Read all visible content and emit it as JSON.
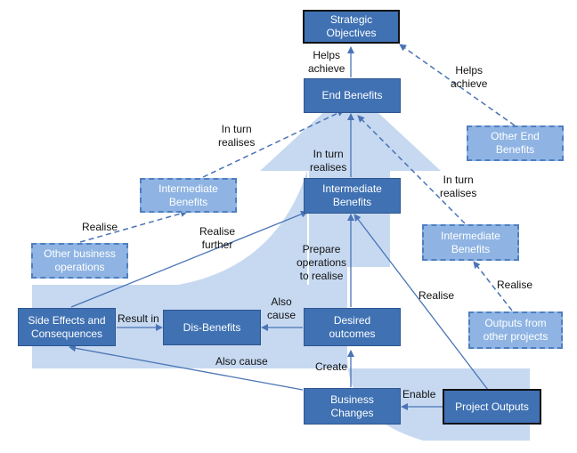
{
  "nodes": {
    "strategic_objectives": "Strategic\nObjectives",
    "end_benefits": "End Benefits",
    "intermediate_benefits_main": "Intermediate\nBenefits",
    "intermediate_benefits_left": "Intermediate\nBenefits",
    "intermediate_benefits_right": "Intermediate\nBenefits",
    "other_end_benefits": "Other End\nBenefits",
    "other_business_operations": "Other business\noperations",
    "side_effects": "Side Effects and\nConsequences",
    "dis_benefits": "Dis-Benefits",
    "desired_outcomes": "Desired\noutcomes",
    "business_changes": "Business\nChanges",
    "project_outputs": "Project Outputs",
    "outputs_other_projects": "Outputs from\nother projects"
  },
  "edge_labels": {
    "helps_achieve_left": "Helps\nachieve",
    "helps_achieve_right": "Helps\nachieve",
    "in_turn_realises_left": "In turn\nrealises",
    "in_turn_realises_center": "In turn\nrealises",
    "in_turn_realises_right": "In turn\nrealises",
    "realise_left": "Realise",
    "realise_further": "Realise\nfurther",
    "prepare_operations": "Prepare\noperations\nto realise",
    "realise_center": "Realise",
    "realise_right": "Realise",
    "also_cause_top": "Also\ncause",
    "result_in": "Result in",
    "also_cause_bottom": "Also cause",
    "create": "Create",
    "enable": "Enable"
  },
  "colors": {
    "box_dark": "#3f71b3",
    "box_light": "#8fb4e3",
    "arrow_background": "#c6d9f1",
    "connector": "#4a74b5"
  }
}
